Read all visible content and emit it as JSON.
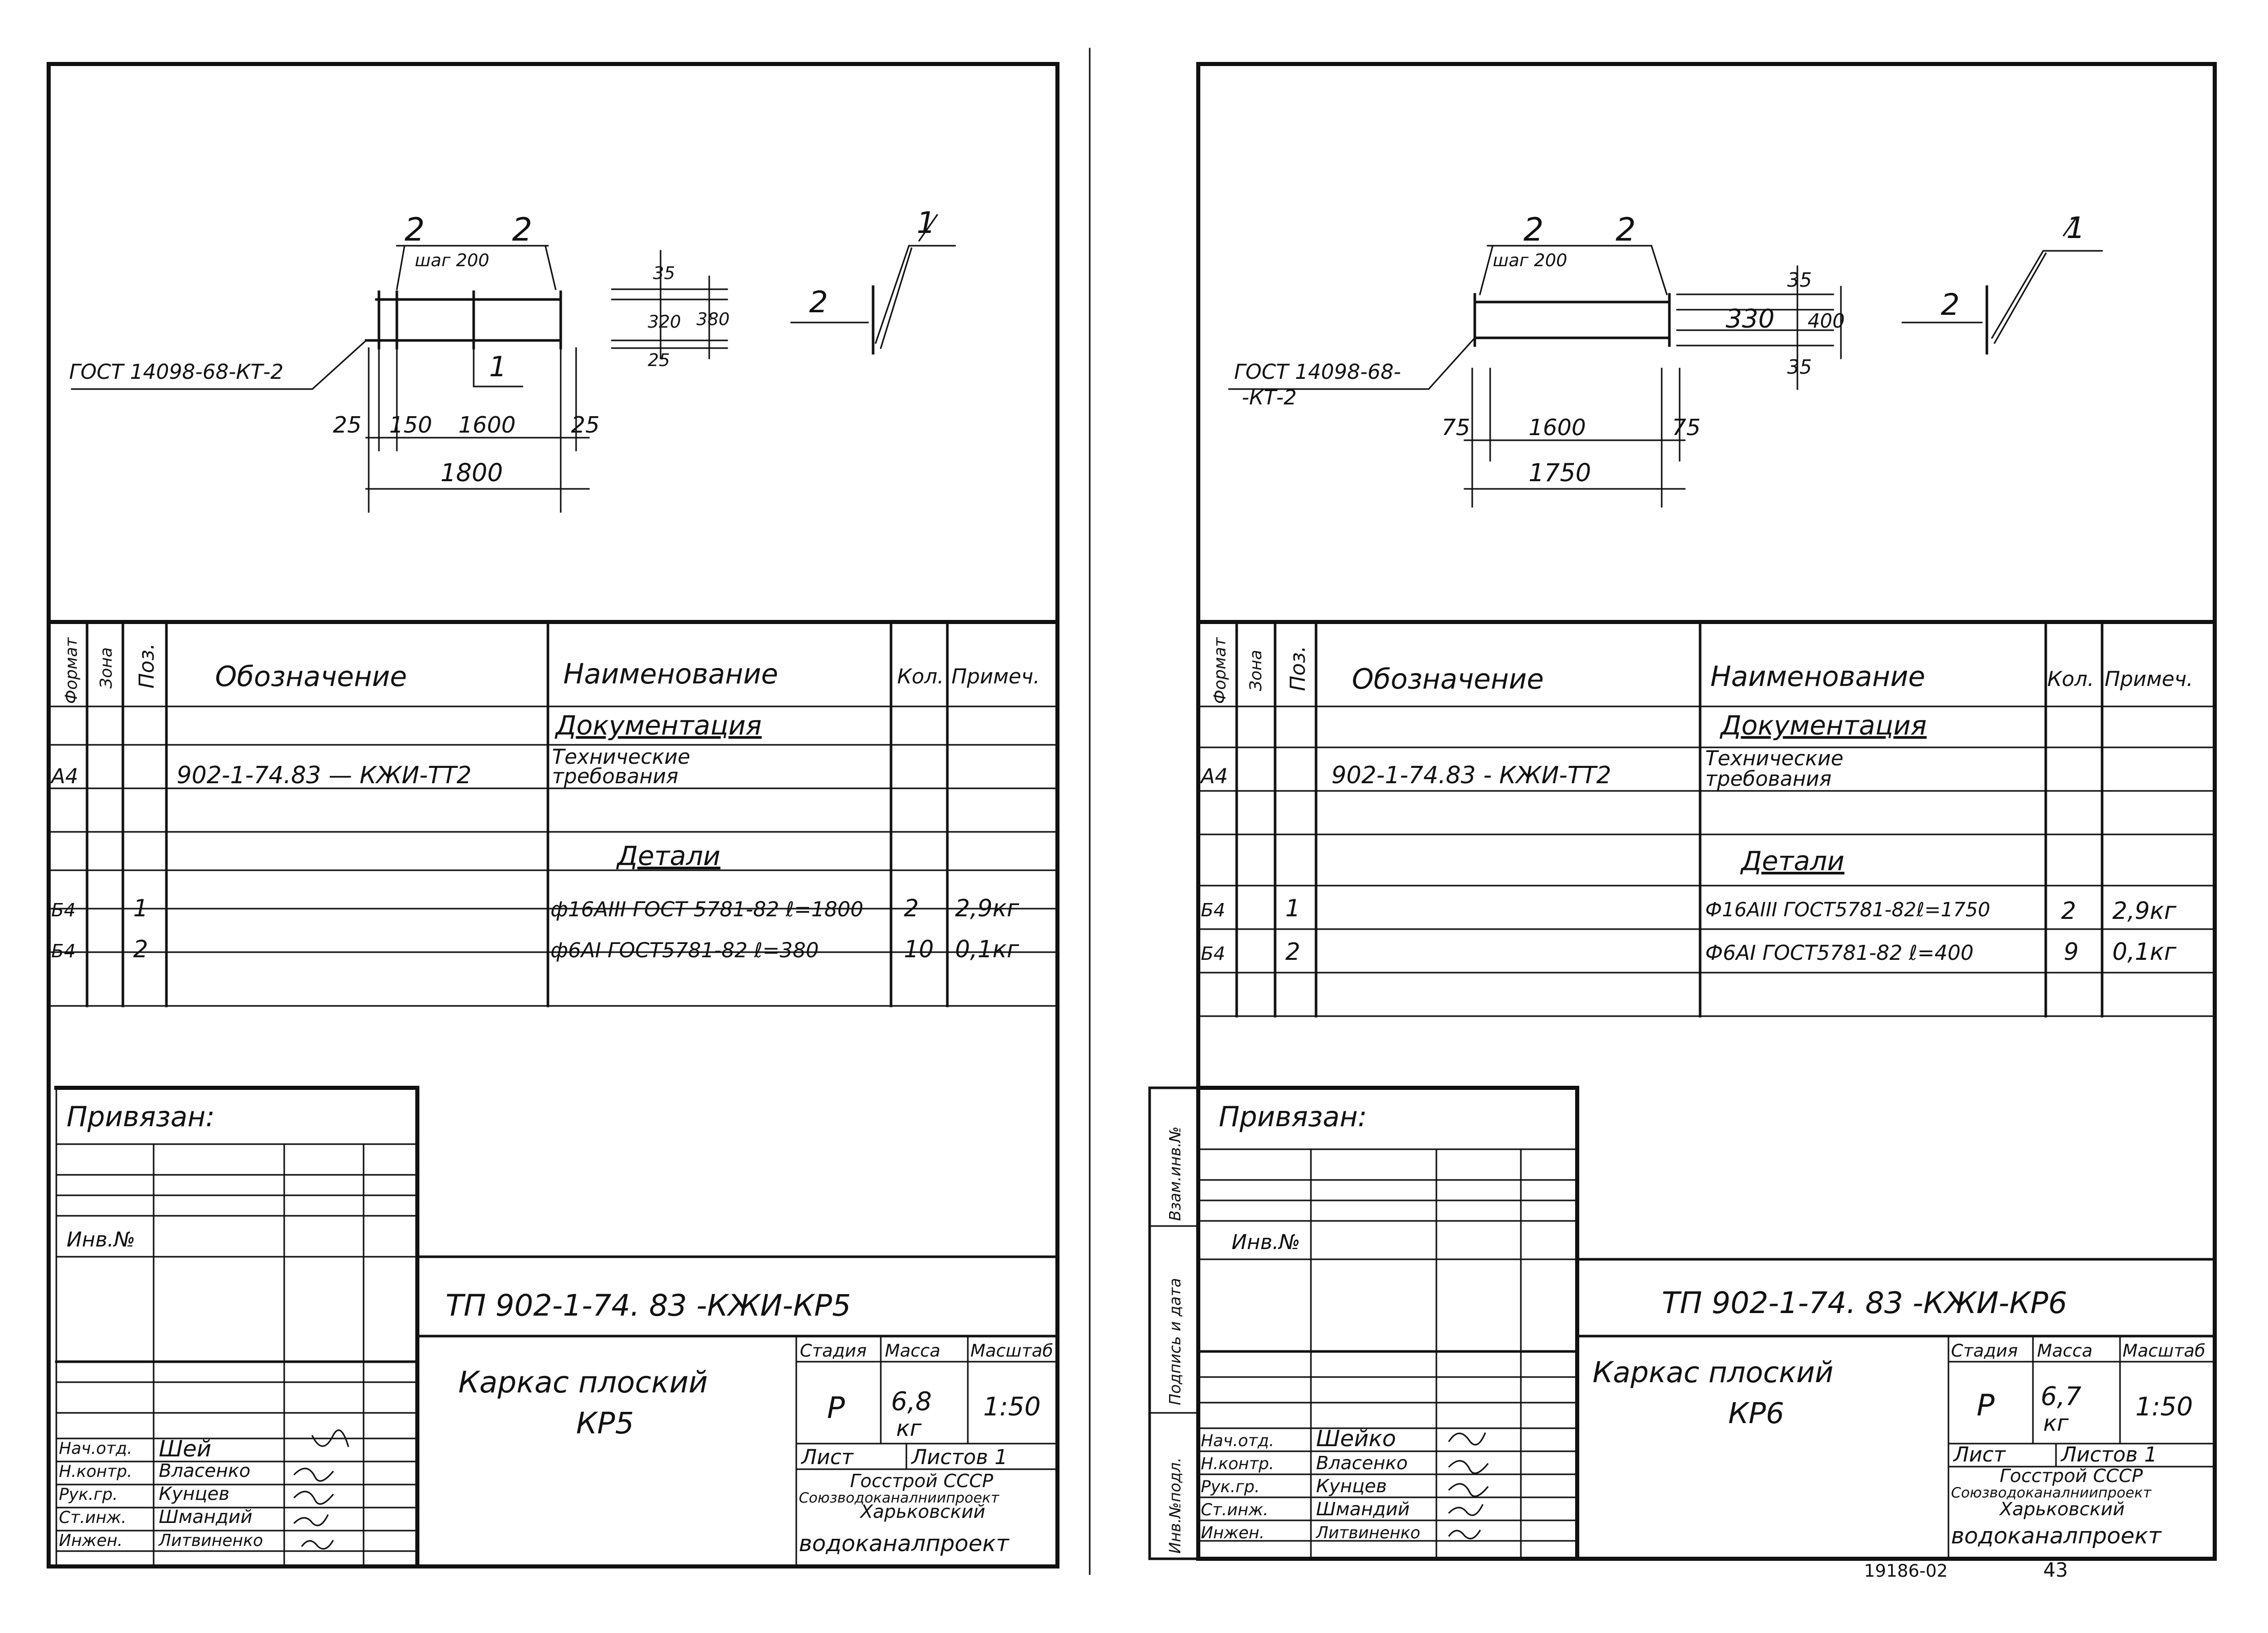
{
  "sheets": [
    {
      "sketch": {
        "mark_top": "2",
        "mark_top2": "2",
        "step_label": "шаг 200",
        "gost_ref": "ГОСТ 14098-68-КТ-2",
        "mark_mid": "1",
        "dim_left": "25",
        "dim_150": "150",
        "dim_main": "1600",
        "dim_right": "25",
        "dim_total": "1800",
        "sec_top": "35",
        "sec_mid": "320",
        "sec_total": "380",
        "sec_bot": "25",
        "node_mark1": "1",
        "node_mark2": "2"
      },
      "spec": {
        "headers": [
          "Формат",
          "Зона",
          "Поз.",
          "Обозначение",
          "Наименование",
          "Кол.",
          "Примеч."
        ],
        "section_docs": "Документация",
        "doc_row": {
          "fmt": "А4",
          "designation": "902-1-74.83 — КЖИ-ТТ2",
          "name1": "Технические",
          "name2": "требования"
        },
        "section_parts": "Детали",
        "rows": [
          {
            "fmt": "Б4",
            "pos": "1",
            "name": "ф16АIII ГОСТ 5781-82 ℓ=1800",
            "qty": "2",
            "note": "2,9кг"
          },
          {
            "fmt": "Б4",
            "pos": "2",
            "name": "ф6АI ГОСТ5781-82 ℓ=380",
            "qty": "10",
            "note": "0,1кг"
          }
        ]
      },
      "stamp": {
        "attached": "Привязан:",
        "inv": "Инв.№",
        "code": "ТП 902-1-74. 83 -КЖИ-КР5",
        "title1": "Каркас плоский",
        "title2": "КР5",
        "stage_h": "Стадия",
        "mass_h": "Масса",
        "scale_h": "Масштаб",
        "stage": "Р",
        "mass": "6,8",
        "mass_unit": "кг",
        "scale": "1:50",
        "sheet_h": "Лист",
        "sheets_h": "Листов 1",
        "org1": "Госстрой СССР",
        "org2": "Союзводоканалниипроект",
        "org3": "Харьковский",
        "org4": "водоканалпроект",
        "people": [
          {
            "role": "Нач.отд.",
            "name": "Шей"
          },
          {
            "role": "Н.контр.",
            "name": "Власенко"
          },
          {
            "role": "Рук.гр.",
            "name": "Кунцев"
          },
          {
            "role": "Ст.инж.",
            "name": "Шмандий"
          },
          {
            "role": "Инжен.",
            "name": "Литвиненко"
          }
        ]
      }
    },
    {
      "sketch": {
        "mark_top": "2",
        "mark_top2": "2",
        "step_label": "шаг 200",
        "gost_ref1": "ГОСТ 14098-68-",
        "gost_ref2": "-КТ-2",
        "dim_left": "75",
        "dim_main": "1600",
        "dim_right": "75",
        "dim_total": "1750",
        "sec_top": "35",
        "sec_mid": "330",
        "sec_total": "400",
        "sec_bot": "35",
        "node_mark1": "1",
        "node_mark2": "2"
      },
      "spec": {
        "headers": [
          "Формат",
          "Зона",
          "Поз.",
          "Обозначение",
          "Наименование",
          "Кол.",
          "Примеч."
        ],
        "section_docs": "Документация",
        "doc_row": {
          "fmt": "А4",
          "designation": "902-1-74.83 - КЖИ-ТТ2",
          "name1": "Технические",
          "name2": "требования"
        },
        "section_parts": "Детали",
        "rows": [
          {
            "fmt": "Б4",
            "pos": "1",
            "name": "Ф16АIII ГОСТ5781-82ℓ=1750",
            "qty": "2",
            "note": "2,9кг"
          },
          {
            "fmt": "Б4",
            "pos": "2",
            "name": "Ф6АI ГОСТ5781-82 ℓ=400",
            "qty": "9",
            "note": "0,1кг"
          }
        ]
      },
      "stamp": {
        "attached": "Привязан:",
        "inv": "Инв.№",
        "side1": "Взам.инв.№",
        "side2": "Подпись и дата",
        "side3": "Инв.№подл.",
        "code": "ТП 902-1-74. 83 -КЖИ-КР6",
        "title1": "Каркас плоский",
        "title2": "КР6",
        "stage_h": "Стадия",
        "mass_h": "Масса",
        "scale_h": "Масштаб",
        "stage": "Р",
        "mass": "6,7",
        "mass_unit": "кг",
        "scale": "1:50",
        "sheet_h": "Лист",
        "sheets_h": "Листов 1",
        "org1": "Госстрой СССР",
        "org2": "Союзводоканалниипроект",
        "org3": "Харьковский",
        "org4": "водоканалпроект",
        "people": [
          {
            "role": "Нач.отд.",
            "name": "Шейко"
          },
          {
            "role": "Н.контр.",
            "name": "Власенко"
          },
          {
            "role": "Рук.гр.",
            "name": "Кунцев"
          },
          {
            "role": "Ст.инж.",
            "name": "Шмандий"
          },
          {
            "role": "Инжен.",
            "name": "Литвиненко"
          }
        ]
      },
      "footer": {
        "archive": "19186-02",
        "page": "43"
      }
    }
  ]
}
